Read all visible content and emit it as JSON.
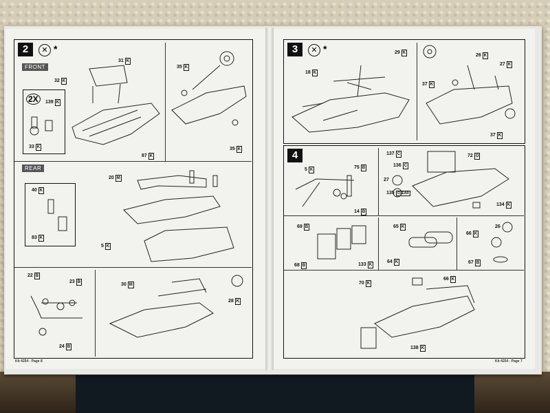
{
  "pages": {
    "left_footer": "Kit 4254 - Page 8",
    "right_footer": "Kit 4254 - Page 7"
  },
  "steps": {
    "s2": {
      "number": "2",
      "front_label": "FRONT",
      "rear_label": "REAR",
      "qty_label": "2X"
    },
    "s3": {
      "number": "3"
    },
    "s4": {
      "number": "4",
      "clear_label": "CLEAR"
    }
  },
  "icons": {
    "glue_symbol": "*"
  },
  "callouts": {
    "c31": {
      "n": "31",
      "c": "K"
    },
    "c32": {
      "n": "32",
      "c": "K"
    },
    "c139": {
      "n": "139",
      "c": "K"
    },
    "c33": {
      "n": "33",
      "c": "K"
    },
    "c87": {
      "n": "87",
      "c": "K"
    },
    "c35a": {
      "n": "35",
      "c": "K"
    },
    "c35b": {
      "n": "35",
      "c": "K"
    },
    "c20": {
      "n": "20",
      "c": "M"
    },
    "c40": {
      "n": "40",
      "c": "K"
    },
    "c83": {
      "n": "83",
      "c": "K"
    },
    "c5l": {
      "n": "5",
      "c": "K"
    },
    "c22": {
      "n": "22",
      "c": "B"
    },
    "c23": {
      "n": "23",
      "c": "B"
    },
    "c24": {
      "n": "24",
      "c": "B"
    },
    "c30": {
      "n": "30",
      "c": "M"
    },
    "c28": {
      "n": "28",
      "c": "K"
    },
    "c18": {
      "n": "18",
      "c": "K"
    },
    "c29": {
      "n": "29",
      "c": "K"
    },
    "c37a": {
      "n": "37",
      "c": "K"
    },
    "c26a": {
      "n": "26",
      "c": "K"
    },
    "c27a": {
      "n": "27",
      "c": "K"
    },
    "c37b": {
      "n": "37",
      "c": "K"
    },
    "c137": {
      "n": "137",
      "c": "C"
    },
    "c72": {
      "n": "72",
      "c": "O"
    },
    "c5r": {
      "n": "5",
      "c": "K"
    },
    "c75": {
      "n": "75",
      "c": "B"
    },
    "c136": {
      "n": "136",
      "c": "C"
    },
    "c27b": {
      "n": "27",
      "c": ""
    },
    "c135": {
      "n": "135",
      "c": ""
    },
    "c14": {
      "n": "14",
      "c": "B"
    },
    "c134": {
      "n": "134",
      "c": "K"
    },
    "c69": {
      "n": "69",
      "c": "B"
    },
    "c65": {
      "n": "65",
      "c": "K"
    },
    "c66a": {
      "n": "66",
      "c": "K"
    },
    "c26b": {
      "n": "26",
      "c": ""
    },
    "c68": {
      "n": "68",
      "c": "B"
    },
    "c133": {
      "n": "133",
      "c": "K"
    },
    "c64": {
      "n": "64",
      "c": "K"
    },
    "c67": {
      "n": "67",
      "c": "B"
    },
    "c70": {
      "n": "70",
      "c": "K"
    },
    "c66b": {
      "n": "66",
      "c": "K"
    },
    "c138": {
      "n": "138",
      "c": "K"
    }
  }
}
